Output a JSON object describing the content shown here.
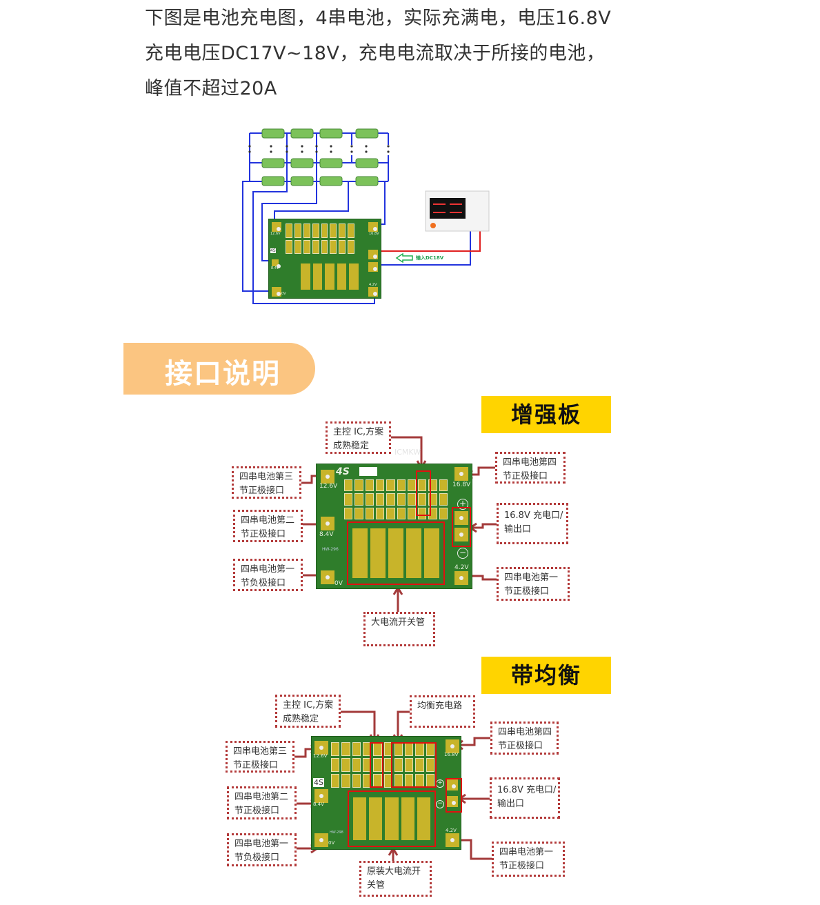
{
  "intro": {
    "lines": [
      "下图是电池充电图，4串电池，实际充满电，电压16.8V",
      "充电电压DC17V~18V，充电电流取决于所接的电池，",
      "峰值不超过20A"
    ]
  },
  "wiring": {
    "input_label": "输入DC18V",
    "board": {
      "v126": "12.6V",
      "v84": "8.4V",
      "v0": "0V",
      "v168": "16.8V",
      "v42": "4.2V",
      "series": "4S"
    }
  },
  "banner": {
    "title": "接口说明"
  },
  "colors": {
    "banner": "#fbc581",
    "title_bg": "#ffd400",
    "label_border": "#b33a3a",
    "pcb": "#2f7d2b",
    "highlight": "#e01010",
    "wire": "#2233dd"
  },
  "enhanced": {
    "title": "增强板",
    "watermark": "ICMKW",
    "board": {
      "series": "4S",
      "v126": "12.6V",
      "v84": "8.4V",
      "v0": "0V",
      "v168": "16.8V",
      "v42": "4.2V",
      "model": "HW-296"
    },
    "labels": {
      "ic": [
        "主控 IC,方案",
        "成熟稳定"
      ],
      "b3": [
        "四串电池第三",
        "节正极接口"
      ],
      "b2": [
        "四串电池第二",
        "节正极接口"
      ],
      "b1n": [
        "四串电池第一",
        "节负极接口"
      ],
      "b4": [
        "四串电池第四",
        "节正极接口"
      ],
      "charge": [
        "16.8V 充电口/",
        "输出口"
      ],
      "b1p": [
        "四串电池第一",
        "节正极接口"
      ],
      "mos": [
        "大电流开关管"
      ]
    }
  },
  "balance": {
    "title": "带均衡",
    "board": {
      "series": "4S",
      "v126": "12.6V",
      "v84": "8.4V",
      "v0": "0V",
      "v168": "16.8V",
      "v42": "4.2V",
      "model": "HW-298"
    },
    "labels": {
      "ic": [
        "主控 IC,方案",
        "成熟稳定"
      ],
      "bal": [
        "均衡充电路"
      ],
      "b3": [
        "四串电池第三",
        "节正极接口"
      ],
      "b2": [
        "四串电池第二",
        "节正极接口"
      ],
      "b1n": [
        "四串电池第一",
        "节负极接口"
      ],
      "b4": [
        "四串电池第四",
        "节正极接口"
      ],
      "charge": [
        "16.8V 充电口/",
        "输出口"
      ],
      "b1p": [
        "四串电池第一",
        "节正极接口"
      ],
      "mos": [
        "原装大电流开",
        "关管"
      ]
    }
  }
}
